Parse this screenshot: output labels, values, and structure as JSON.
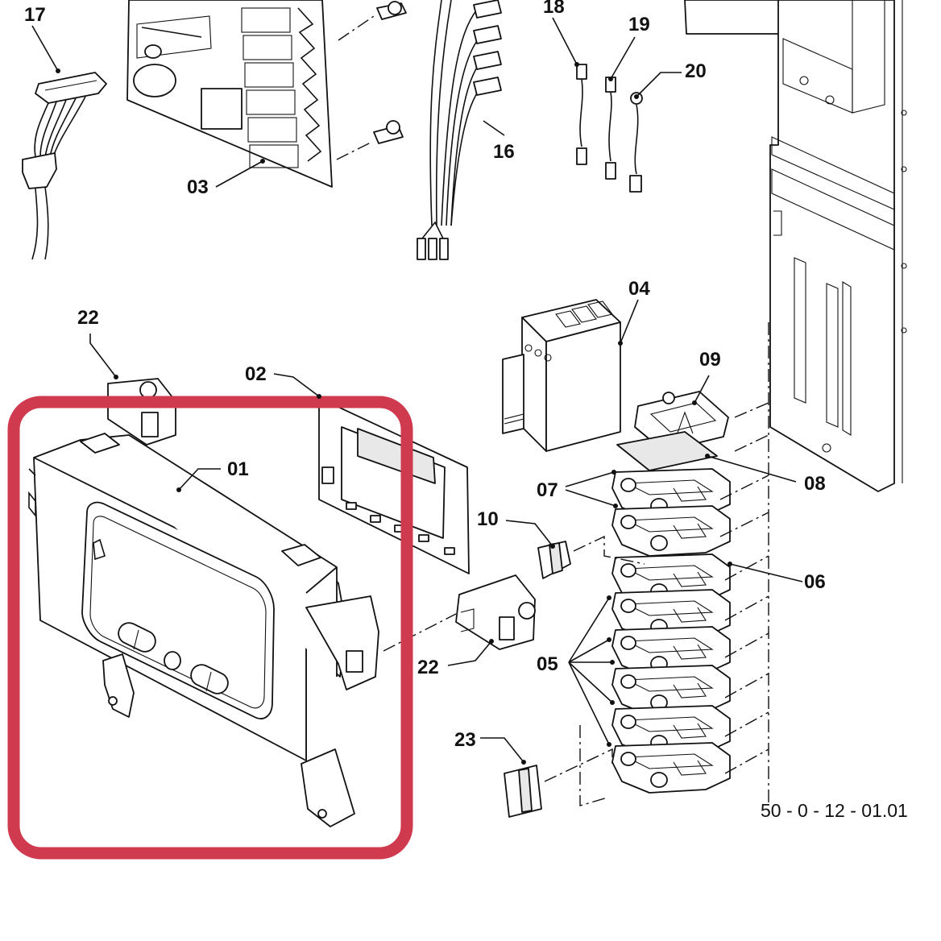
{
  "drawing_ref": "50 - 0 - 12 - 01.01",
  "highlight_color": "#d03a4f",
  "callouts": {
    "c01": "01",
    "c02": "02",
    "c03": "03",
    "c04": "04",
    "c05": "05",
    "c06": "06",
    "c07": "07",
    "c08": "08",
    "c09": "09",
    "c10": "10",
    "c16": "16",
    "c17": "17",
    "c18": "18",
    "c19": "19",
    "c20": "20",
    "c22a": "22",
    "c22b": "22",
    "c23": "23"
  }
}
